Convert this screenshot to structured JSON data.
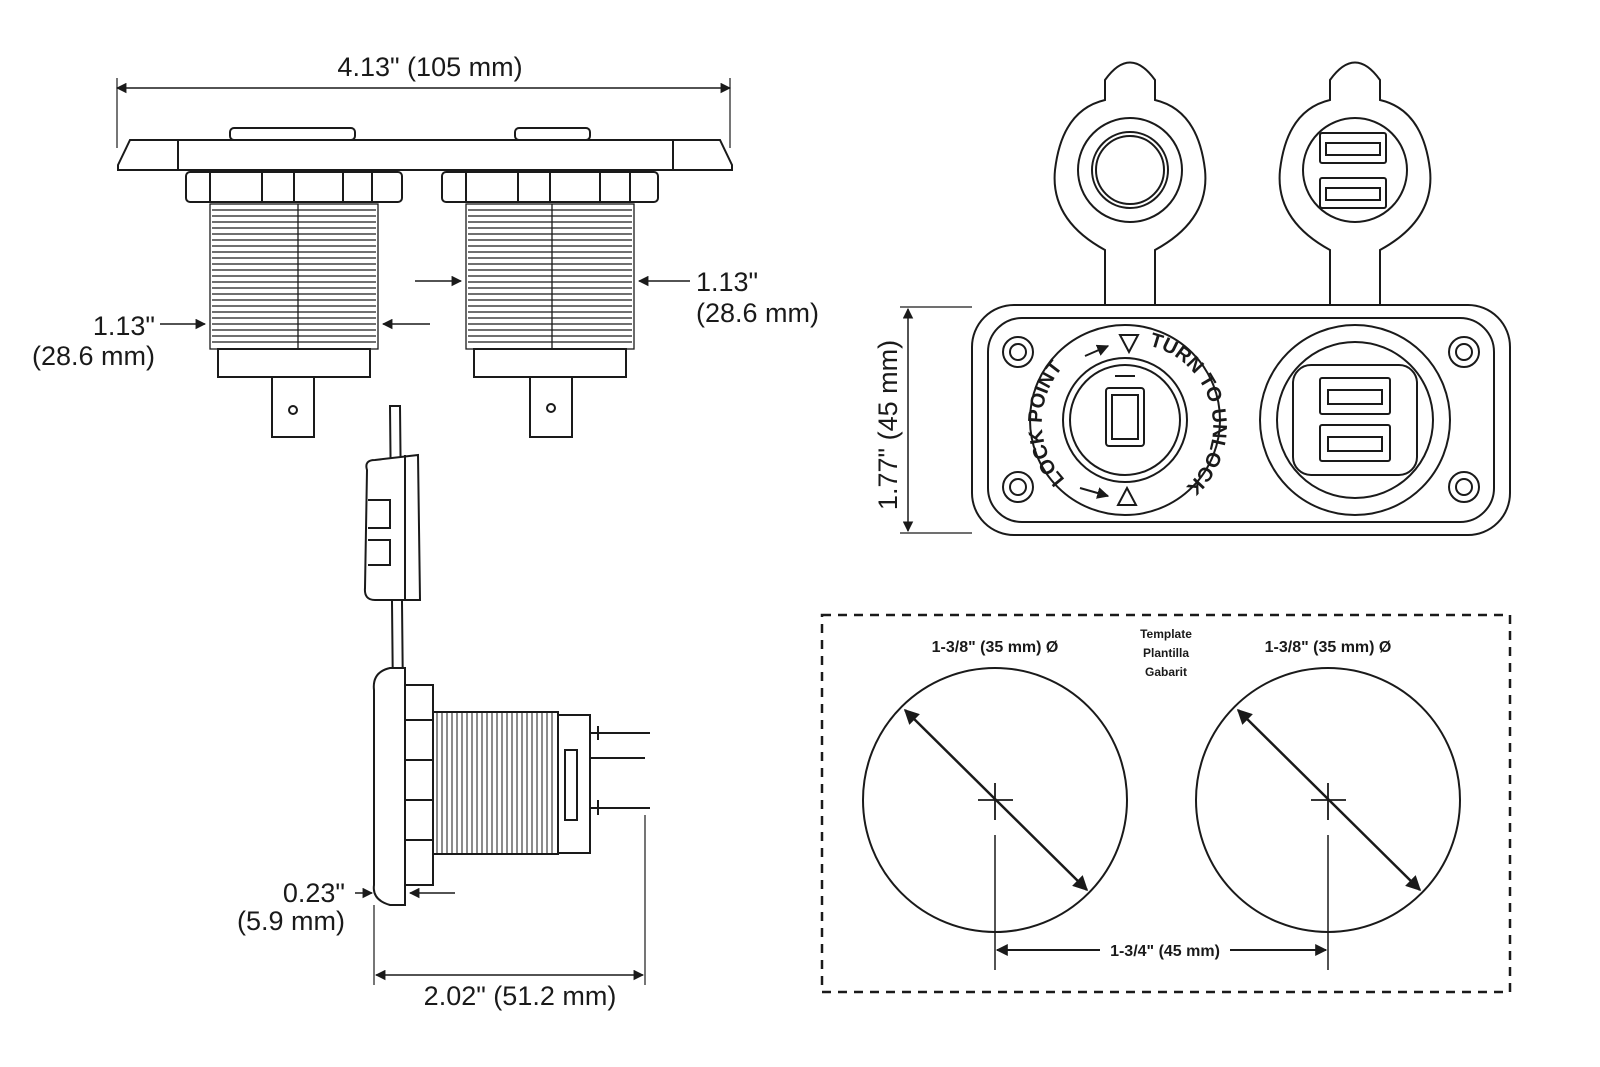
{
  "top_view": {
    "width_label": "4.13\" (105 mm)",
    "left_thread_label": "1.13\"",
    "left_thread_label_mm": "(28.6 mm)",
    "right_thread_label": "1.13\"",
    "right_thread_label_mm": "(28.6 mm)"
  },
  "side_view": {
    "panel_thickness_label": "0.23\"",
    "panel_thickness_label_mm": "(5.9 mm)",
    "depth_label": "2.02\" (51.2 mm)"
  },
  "front_view": {
    "height_label": "1.77\" (45 mm)",
    "cap_ring_text_left": "LOCK POINT",
    "cap_ring_text_right": "TURN TO UNLOCK"
  },
  "template": {
    "title_lines": [
      "Template",
      "Plantilla",
      "Gabarit"
    ],
    "left_hole_label": "1-3/8\" (35 mm) Ø",
    "right_hole_label": "1-3/8\" (35 mm) Ø",
    "spacing_label": "1-3/4\" (45 mm)"
  },
  "colors": {
    "line": "#1a1a1a",
    "background": "#ffffff"
  }
}
